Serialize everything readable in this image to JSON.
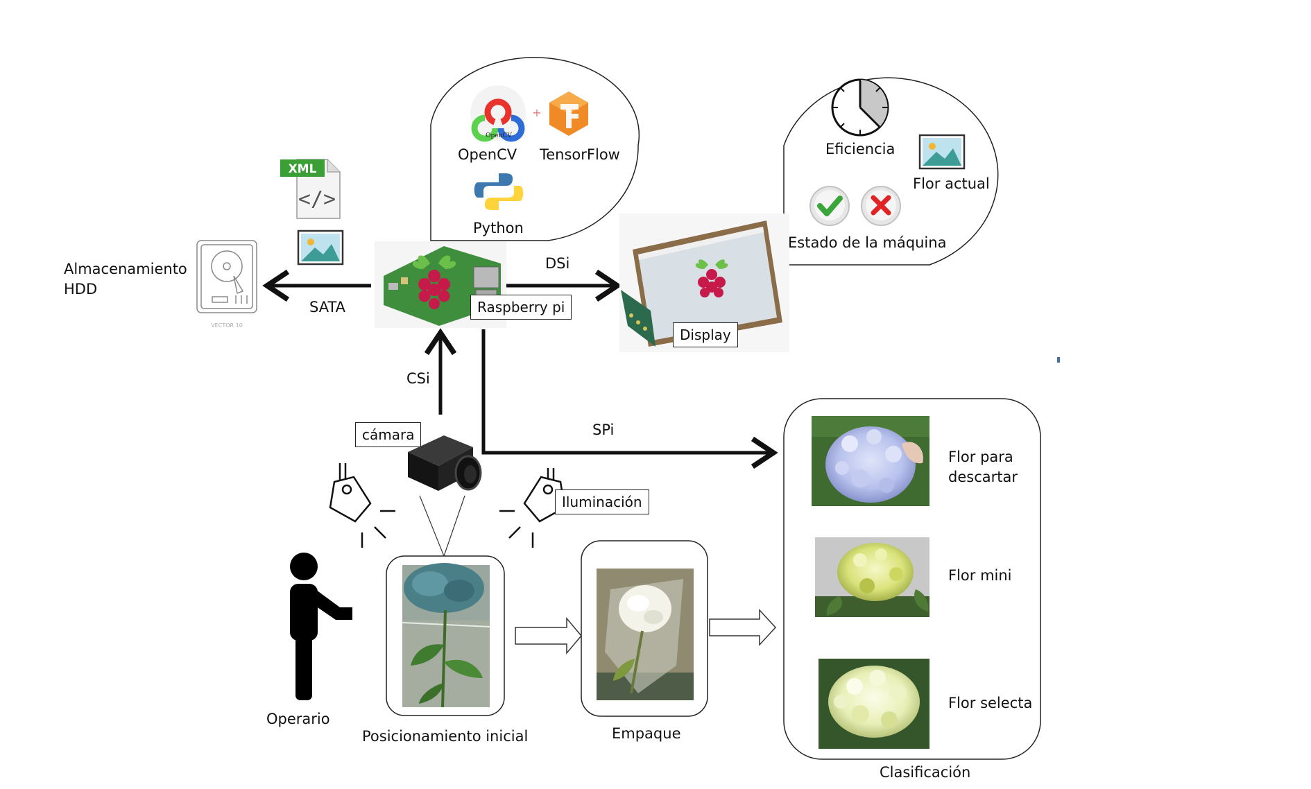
{
  "labels": {
    "storage_line1": "Almacenamiento",
    "storage_line2": "HDD",
    "sata": "SATA",
    "dsi": "DSi",
    "csi": "CSi",
    "spi": "SPi",
    "raspberry": "Raspberry pi",
    "display": "Display",
    "camera": "cámara",
    "lighting": "Iluminación",
    "opencv": "OpenCV",
    "tensorflow": "TensorFlow",
    "python": "Python",
    "efficiency": "Eficiencia",
    "current_flower": "Flor actual",
    "machine_state": "Estado de la máquina",
    "operator": "Operario",
    "initial_position": "Posicionamiento inicial",
    "packing": "Empaque",
    "classification": "Clasificación",
    "discard_line1": "Flor para",
    "discard_line2": "descartar",
    "mini": "Flor mini",
    "select": "Flor selecta",
    "xml_badge": "XML",
    "opencv_logo_text": "OpenCV",
    "hdd_brand": "VECTOR 10"
  },
  "colors": {
    "line": "#111111",
    "xml_green": "#3aa035",
    "raspberry_red": "#c51a4a",
    "raspberry_leaf": "#6cc04a",
    "tensorflow_orange": "#ef8a26",
    "python_blue": "#3d79ae",
    "python_yellow": "#ffd43b",
    "check_green": "#3aa53a",
    "cross_red": "#e02424",
    "hydrangea_blue": "#b9c6ee",
    "hydrangea_green": "#dfe68a"
  },
  "icons": [
    "xml-file-icon",
    "image-icon",
    "hdd-icon",
    "raspberry-pi-board-icon",
    "display-screen-icon",
    "opencv-logo-icon",
    "tensorflow-logo-icon",
    "python-logo-icon",
    "clock-icon",
    "check-icon",
    "cross-icon",
    "camera-icon",
    "spotlight-icon",
    "operator-person-icon",
    "flower-photo"
  ]
}
